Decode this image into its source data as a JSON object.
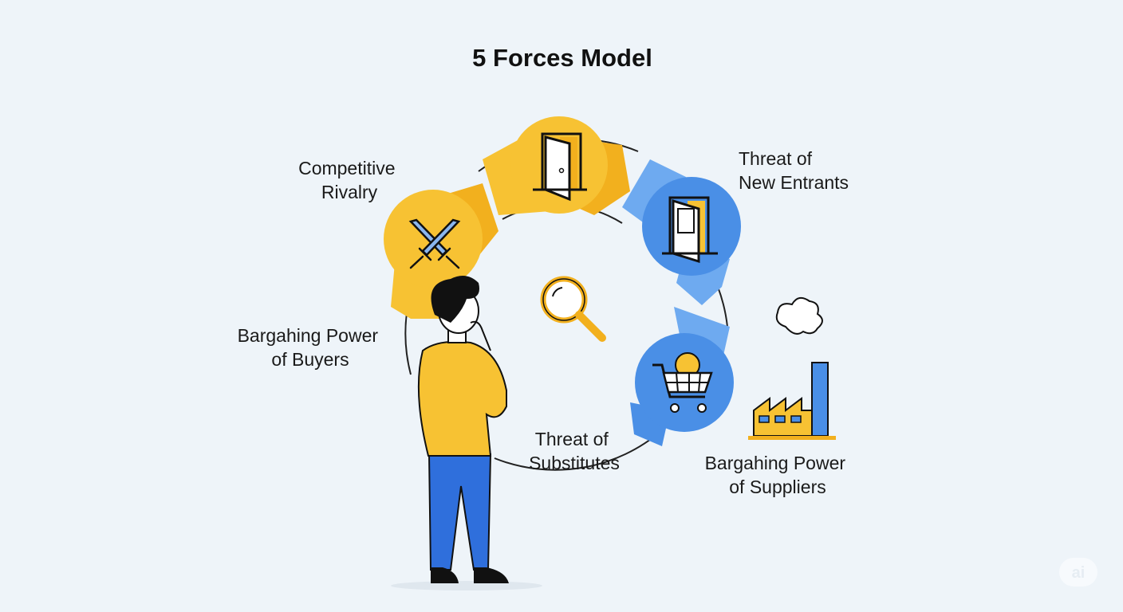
{
  "title": "5 Forces Model",
  "forces": [
    {
      "id": "competitive-rivalry",
      "line1": "Competitive",
      "line2": "Rivalry",
      "icon": "crossed-swords-icon",
      "color": "#f7c233"
    },
    {
      "id": "threat-new-entrants",
      "line1": "Threat of",
      "line2": "New Entrants",
      "icon": "door-icon",
      "color": "#4a8fe6"
    },
    {
      "id": "buyer-power",
      "line1": "Bargahing Power",
      "line2": "of Buyers",
      "icon": "person-thinking",
      "color": "#f7c233"
    },
    {
      "id": "threat-substitutes",
      "line1": "Threat of",
      "line2": "Substitutes",
      "icon": "magnifier-icon",
      "color": "#f7c233"
    },
    {
      "id": "supplier-power",
      "line1": "Bargahing Power",
      "line2": "of Suppliers",
      "icon": "factory-icon",
      "color": "#4a8fe6"
    }
  ],
  "top_icon": "open-door-icon",
  "cart_icon": "shopping-cart-icon",
  "watermark": "ai",
  "colors": {
    "background": "#eef4f9",
    "yellow": "#f7c233",
    "yellow_dark": "#f2b01e",
    "blue": "#4a8fe6",
    "blue_light": "#6eaaf0"
  }
}
